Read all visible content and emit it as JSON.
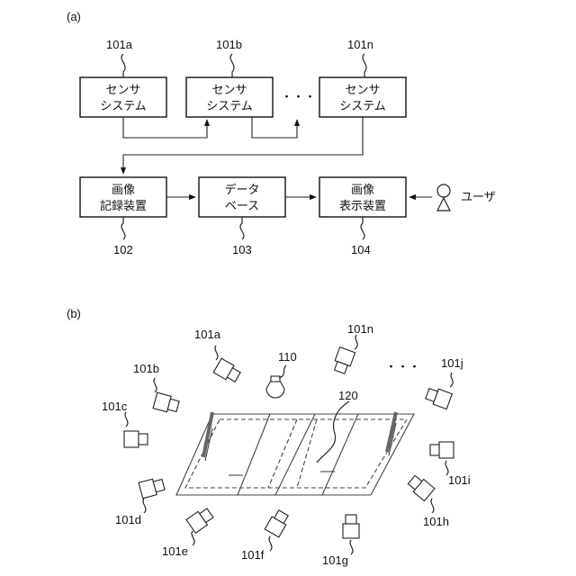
{
  "panel_a": {
    "label": "(a)",
    "sensor_label_1": "101a",
    "sensor_label_2": "101b",
    "sensor_label_n": "101n",
    "sensor_line1": "センサ",
    "sensor_line2": "システム",
    "ellipsis": "・・・",
    "recorder": {
      "line1": "画像",
      "line2": "記録装置",
      "label": "102"
    },
    "database": {
      "line1": "データ",
      "line2": "ベース",
      "label": "103"
    },
    "display": {
      "line1": "画像",
      "line2": "表示装置",
      "label": "104"
    },
    "user": "ユーザ"
  },
  "panel_b": {
    "label": "(b)",
    "cameras": [
      "101a",
      "101b",
      "101c",
      "101d",
      "101e",
      "101f",
      "101g",
      "101h",
      "101i",
      "101j",
      "101n"
    ],
    "ellipsis": "・・・",
    "virtual_camera": "110",
    "field": "120"
  }
}
